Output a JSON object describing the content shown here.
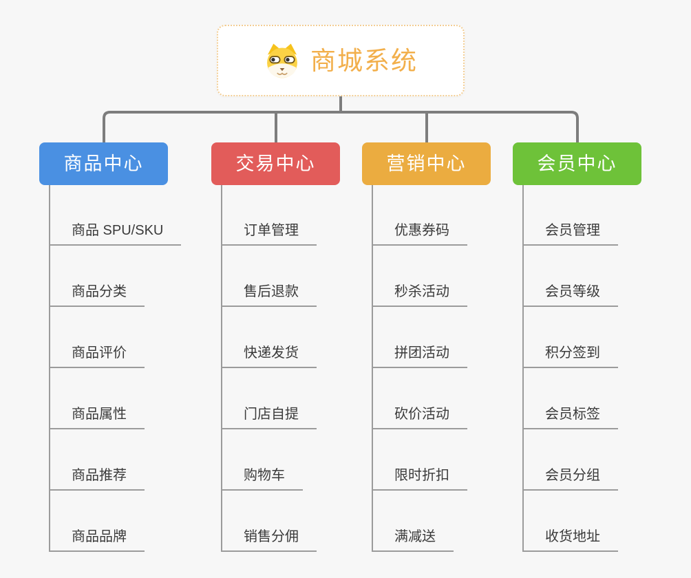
{
  "root": {
    "title": "商城系统",
    "icon": "shiba-dog-icon",
    "border_color": "#f3cd92",
    "title_color": "#f2af4b"
  },
  "connector_color": "#7d7d7d",
  "leaf_line_color": "#9b9b9b",
  "branches": [
    {
      "label": "商品中心",
      "color": "#4a90e2",
      "children": [
        "商品 SPU/SKU",
        "商品分类",
        "商品评价",
        "商品属性",
        "商品推荐",
        "商品品牌"
      ]
    },
    {
      "label": "交易中心",
      "color": "#e25c5a",
      "children": [
        "订单管理",
        "售后退款",
        "快递发货",
        "门店自提",
        "购物车",
        "销售分佣"
      ]
    },
    {
      "label": "营销中心",
      "color": "#ebac40",
      "children": [
        "优惠券码",
        "秒杀活动",
        "拼团活动",
        "砍价活动",
        "限时折扣",
        "满减送"
      ]
    },
    {
      "label": "会员中心",
      "color": "#6ec239",
      "children": [
        "会员管理",
        "会员等级",
        "积分签到",
        "会员标签",
        "会员分组",
        "收货地址"
      ]
    }
  ]
}
